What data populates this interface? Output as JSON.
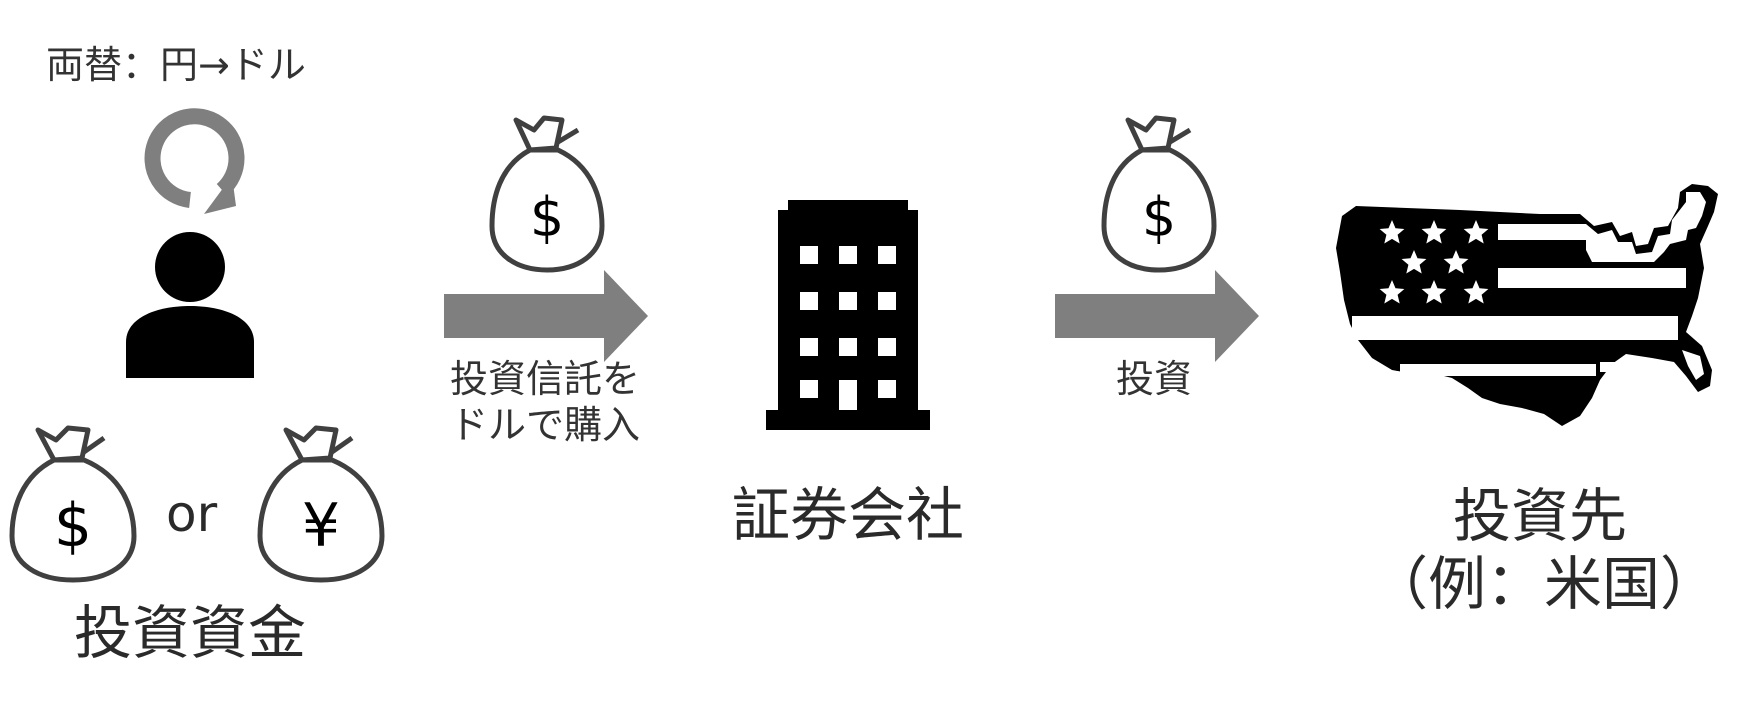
{
  "exchange_label": "両替：円→ドル",
  "investor": {
    "or_label": "or",
    "label": "投資資金",
    "bag_dollar_symbol": "$",
    "bag_yen_symbol": "¥"
  },
  "arrow1": {
    "bag_symbol": "$",
    "label_line1": "投資信託を",
    "label_line2": "ドルで購入"
  },
  "securities": {
    "label": "証券会社"
  },
  "arrow2": {
    "bag_symbol": "$",
    "label": "投資"
  },
  "destination": {
    "label_line1": "投資先",
    "label_line2": "（例：米国）"
  },
  "colors": {
    "ink": "#000000",
    "arrow_gray": "#7f7f7f",
    "bag_outline": "#404040",
    "text": "#2a2a2a"
  },
  "icons": [
    "refresh-icon",
    "person-icon",
    "money-bag-dollar-icon",
    "money-bag-yen-icon",
    "building-icon",
    "usa-flag-map-icon"
  ]
}
